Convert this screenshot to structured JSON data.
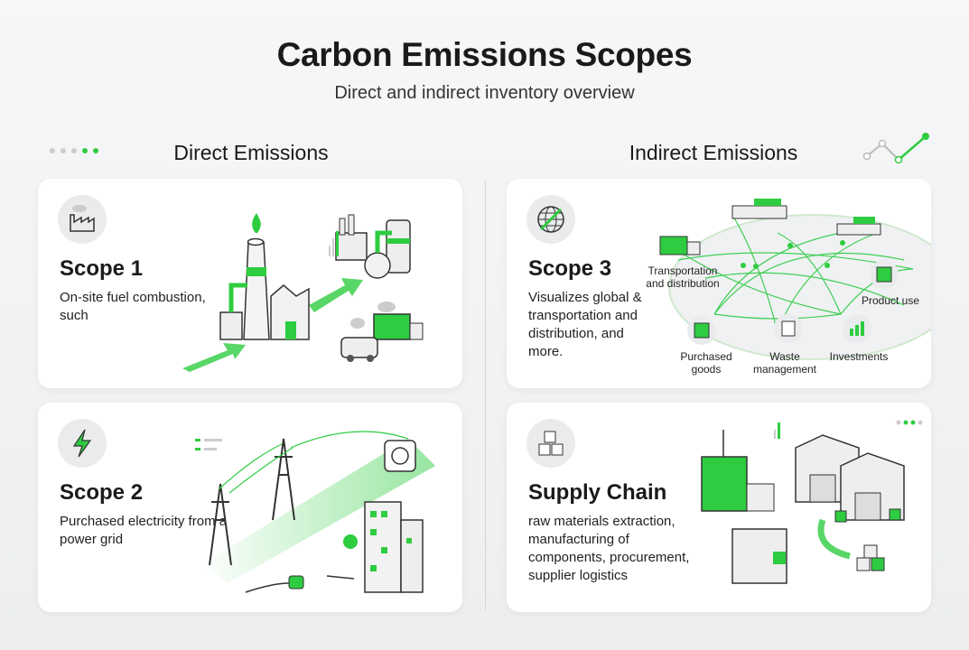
{
  "header": {
    "title": "Carbon Emissions Scopes",
    "subtitle": "Direct and indirect inventory overview"
  },
  "sections": {
    "direct": "Direct Emissions",
    "indirect": "Indirect Emissions"
  },
  "cards": [
    {
      "title": "Scope 1",
      "description": "On-site fuel combustion, such",
      "icon": "factory-icon"
    },
    {
      "title": "Scope 2",
      "description": "Purchased electricity from a power grid",
      "icon": "lightning-icon"
    },
    {
      "title": "Scope 3",
      "description": "Visualizes global & transportation and distribution, and more.",
      "icon": "globe-icon",
      "labels": {
        "transport": "Transportation and distribution",
        "product": "Product use",
        "purchased": "Purchased goods",
        "waste": "Waste management",
        "investments": "Investments"
      }
    },
    {
      "title": "Supply Chain",
      "description": "raw materials extraction, manufacturing of components, procurement, supplier logistics",
      "icon": "boxes-icon"
    }
  ],
  "colors": {
    "accent": "#2ecc40",
    "text": "#1a1a1a",
    "card": "#ffffff",
    "background": "#f0f2f4"
  }
}
